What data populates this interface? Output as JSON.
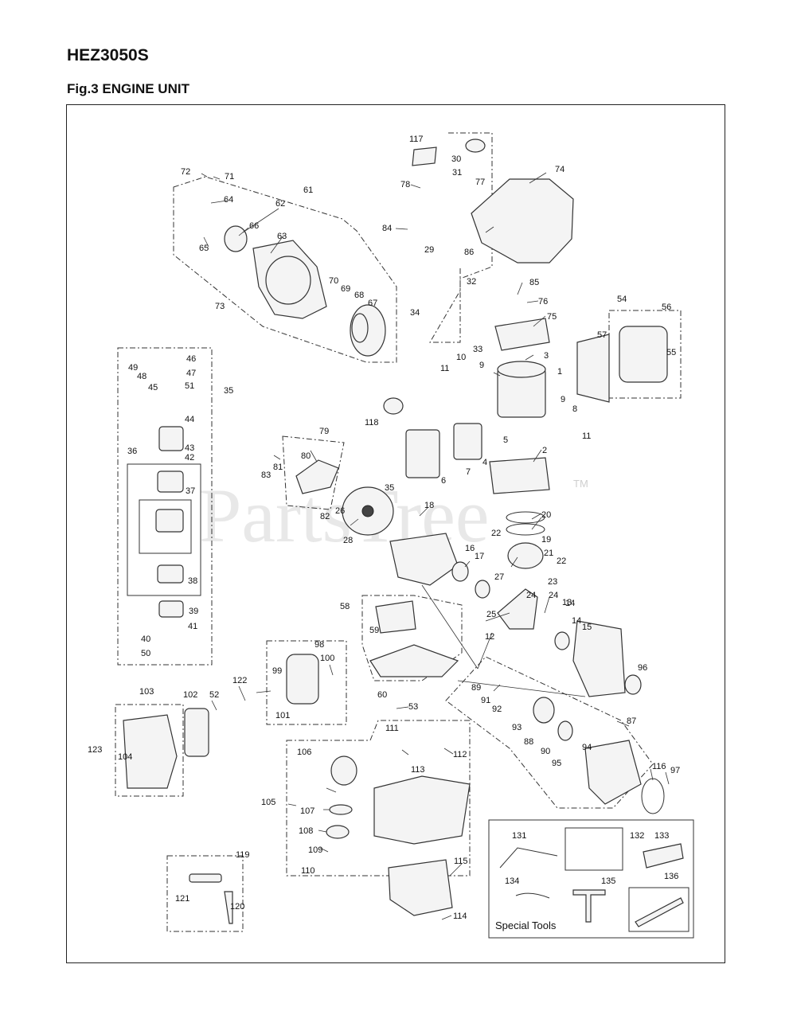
{
  "header": {
    "model": "HEZ3050S",
    "figure_title": "Fig.3 ENGINE UNIT"
  },
  "watermark": {
    "text": "PartsTree",
    "tm": "TM"
  },
  "special_tools": {
    "caption": "Special Tools"
  },
  "callouts": [
    {
      "n": "1"
    },
    {
      "n": "2"
    },
    {
      "n": "3"
    },
    {
      "n": "4"
    },
    {
      "n": "5"
    },
    {
      "n": "6"
    },
    {
      "n": "7"
    },
    {
      "n": "8"
    },
    {
      "n": "9"
    },
    {
      "n": "9"
    },
    {
      "n": "10"
    },
    {
      "n": "11"
    },
    {
      "n": "11"
    },
    {
      "n": "12"
    },
    {
      "n": "13"
    },
    {
      "n": "14"
    },
    {
      "n": "14"
    },
    {
      "n": "15"
    },
    {
      "n": "16"
    },
    {
      "n": "17"
    },
    {
      "n": "18"
    },
    {
      "n": "19"
    },
    {
      "n": "20"
    },
    {
      "n": "21"
    },
    {
      "n": "22"
    },
    {
      "n": "22"
    },
    {
      "n": "23"
    },
    {
      "n": "24"
    },
    {
      "n": "24"
    },
    {
      "n": "25"
    },
    {
      "n": "26"
    },
    {
      "n": "27"
    },
    {
      "n": "28"
    },
    {
      "n": "29"
    },
    {
      "n": "30"
    },
    {
      "n": "31"
    },
    {
      "n": "32"
    },
    {
      "n": "33"
    },
    {
      "n": "34"
    },
    {
      "n": "35"
    },
    {
      "n": "35"
    },
    {
      "n": "36"
    },
    {
      "n": "37"
    },
    {
      "n": "38"
    },
    {
      "n": "39"
    },
    {
      "n": "40"
    },
    {
      "n": "41"
    },
    {
      "n": "42"
    },
    {
      "n": "43"
    },
    {
      "n": "44"
    },
    {
      "n": "45"
    },
    {
      "n": "46"
    },
    {
      "n": "47"
    },
    {
      "n": "48"
    },
    {
      "n": "49"
    },
    {
      "n": "50"
    },
    {
      "n": "51"
    },
    {
      "n": "52"
    },
    {
      "n": "53"
    },
    {
      "n": "54"
    },
    {
      "n": "55"
    },
    {
      "n": "56"
    },
    {
      "n": "57"
    },
    {
      "n": "58"
    },
    {
      "n": "59"
    },
    {
      "n": "60"
    },
    {
      "n": "61"
    },
    {
      "n": "62"
    },
    {
      "n": "63"
    },
    {
      "n": "64"
    },
    {
      "n": "65"
    },
    {
      "n": "66"
    },
    {
      "n": "67"
    },
    {
      "n": "68"
    },
    {
      "n": "69"
    },
    {
      "n": "70"
    },
    {
      "n": "71"
    },
    {
      "n": "72"
    },
    {
      "n": "73"
    },
    {
      "n": "74"
    },
    {
      "n": "75"
    },
    {
      "n": "76"
    },
    {
      "n": "77"
    },
    {
      "n": "78"
    },
    {
      "n": "79"
    },
    {
      "n": "80"
    },
    {
      "n": "81"
    },
    {
      "n": "82"
    },
    {
      "n": "83"
    },
    {
      "n": "84"
    },
    {
      "n": "85"
    },
    {
      "n": "86"
    },
    {
      "n": "87"
    },
    {
      "n": "88"
    },
    {
      "n": "89"
    },
    {
      "n": "90"
    },
    {
      "n": "91"
    },
    {
      "n": "92"
    },
    {
      "n": "93"
    },
    {
      "n": "94"
    },
    {
      "n": "95"
    },
    {
      "n": "96"
    },
    {
      "n": "97"
    },
    {
      "n": "98"
    },
    {
      "n": "99"
    },
    {
      "n": "100"
    },
    {
      "n": "101"
    },
    {
      "n": "102"
    },
    {
      "n": "103"
    },
    {
      "n": "104"
    },
    {
      "n": "105"
    },
    {
      "n": "106"
    },
    {
      "n": "107"
    },
    {
      "n": "108"
    },
    {
      "n": "109"
    },
    {
      "n": "110"
    },
    {
      "n": "111"
    },
    {
      "n": "112"
    },
    {
      "n": "113"
    },
    {
      "n": "114"
    },
    {
      "n": "115"
    },
    {
      "n": "116"
    },
    {
      "n": "117"
    },
    {
      "n": "118"
    },
    {
      "n": "119"
    },
    {
      "n": "120"
    },
    {
      "n": "121"
    },
    {
      "n": "122"
    },
    {
      "n": "123"
    },
    {
      "n": "131"
    },
    {
      "n": "132"
    },
    {
      "n": "133"
    },
    {
      "n": "134"
    },
    {
      "n": "135"
    },
    {
      "n": "136"
    }
  ]
}
